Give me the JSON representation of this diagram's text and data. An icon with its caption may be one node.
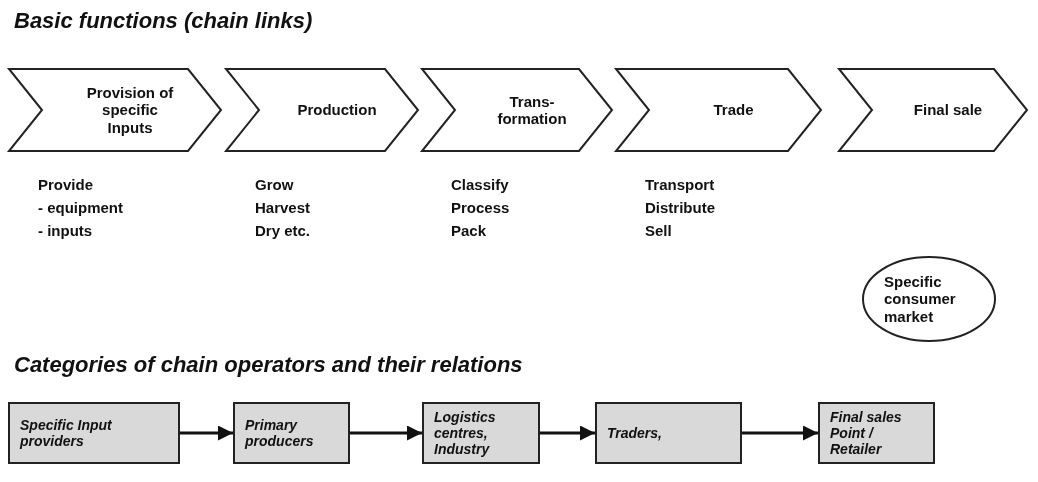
{
  "diagram": {
    "title": "Basic functions (chain links)",
    "nodes": [
      {
        "text": [
          "Provision of specific Inputs"
        ],
        "beside": [
          "Provide",
          "- equipment",
          "- inputs"
        ]
      },
      {
        "text": [
          "Production"
        ],
        "beside": [
          "Grow",
          "Harvest",
          "Dry etc."
        ]
      },
      {
        "text": [
          "Trans- formation"
        ],
        "beside": [
          "Classify",
          "Process",
          "Pack"
        ]
      },
      {
        "text": [
          "Trade"
        ],
        "beside": [
          "Transport",
          "Distribute",
          "Sell"
        ]
      },
      {
        "text": [
          "Final sale"
        ]
      },
      {
        "text": [
          "Specific consumer market"
        ]
      },
      {
        "text": [
          "Specific Input providers"
        ]
      },
      {
        "text": [
          "Primary producers"
        ]
      },
      {
        "text": [
          "Logistics centres, Industry"
        ]
      },
      {
        "text": [
          "Traders,"
        ]
      },
      {
        "text": [
          "Final sales Point / Retailer"
        ]
      }
    ],
    "edges": [
      {
        "from": 6,
        "to": 7,
        "arrow": "to"
      },
      {
        "from": 7,
        "to": 8,
        "arrow": "to"
      },
      {
        "from": 8,
        "to": 9,
        "arrow": "to"
      },
      {
        "from": 9,
        "to": 10,
        "arrow": "to"
      }
    ],
    "labels": [
      "Categories of chain operators and their relations"
    ]
  }
}
